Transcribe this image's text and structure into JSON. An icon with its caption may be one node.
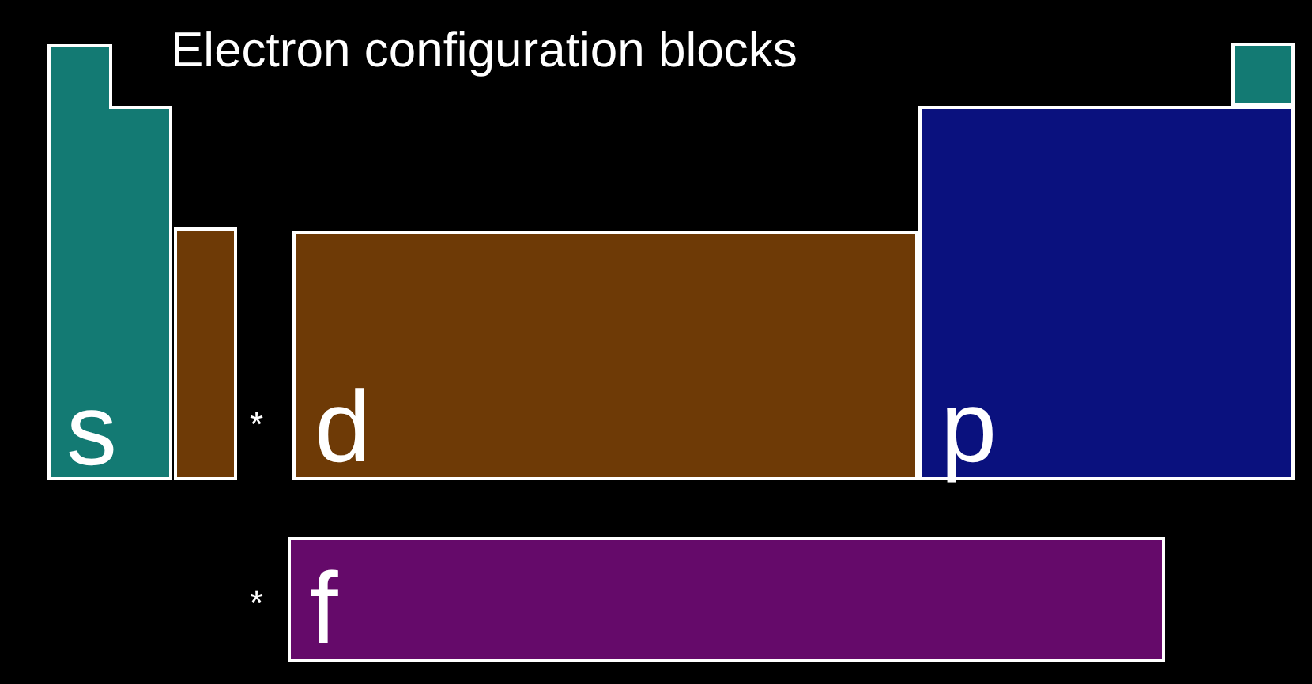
{
  "diagram": {
    "title": "Electron configuration blocks",
    "nodes": [
      {
        "text": [
          "s"
        ]
      },
      {
        "text": [],
        "shape": "box"
      },
      {
        "text": [
          "d"
        ]
      },
      {
        "text": [
          "p"
        ]
      },
      {
        "text": [],
        "shape": "box"
      },
      {
        "text": [
          "f"
        ]
      }
    ],
    "edges": [],
    "labels": [
      "*",
      "*"
    ]
  }
}
